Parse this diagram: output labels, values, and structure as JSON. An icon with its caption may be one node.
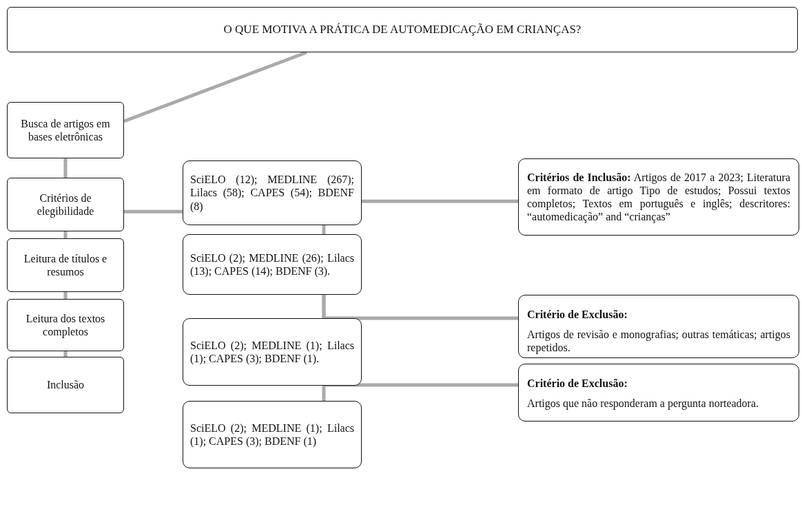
{
  "diagram": {
    "nodes": [
      {
        "text": [
          "O QUE MOTIVA A PRÁTICA DE AUTOMEDICAÇÃO EM CRIANÇAS?"
        ]
      },
      {
        "text": [
          "Busca de artigos em bases eletrônicas"
        ]
      },
      {
        "text": [
          "Critérios de elegibilidade"
        ]
      },
      {
        "text": [
          "Leitura de títulos e resumos"
        ]
      },
      {
        "text": [
          "Leitura dos textos completos"
        ]
      },
      {
        "text": [
          "Inclusão"
        ]
      },
      {
        "text": [
          "SciELO (12); MEDLINE (267); Lilacs (58); CAPES (54); BDENF (8)"
        ]
      },
      {
        "text": [
          "SciELO (2); MEDLINE (26); Lilacs (13); CAPES (14); BDENF (3)."
        ]
      },
      {
        "text": [
          "SciELO (2); MEDLINE (1); Lilacs (1); CAPES (3); BDENF (1)."
        ]
      },
      {
        "text": [
          "SciELO (2); MEDLINE (1); Lilacs (1); CAPES (3); BDENF (1)"
        ]
      },
      {
        "text": [
          "**Critérios de Inclusão:** Artigos de 2017 a 2023; Literatura em formato de artigo Tipo de estudos; Possui textos completos; Textos em português e inglês; descritores: “automedicação” and “crianças”"
        ]
      },
      {
        "text": [
          "Critério de Exclusão:",
          "Artigos de revisão e monografias; outras temáticas; artigos repetidos."
        ]
      },
      {
        "text": [
          "Critério de Exclusão:",
          "Artigos que não responderam a pergunta norteadora."
        ]
      }
    ],
    "edges": [
      {
        "from": 0,
        "to": 1,
        "arrow": "none"
      },
      {
        "from": 1,
        "to": 2,
        "arrow": "none"
      },
      {
        "from": 2,
        "to": 3,
        "arrow": "none"
      },
      {
        "from": 3,
        "to": 4,
        "arrow": "none"
      },
      {
        "from": 4,
        "to": 5,
        "arrow": "none"
      },
      {
        "from": 2,
        "to": 6,
        "arrow": "none"
      },
      {
        "from": 6,
        "to": 10,
        "arrow": "none"
      },
      {
        "from": 6,
        "to": 7,
        "arrow": "none"
      },
      {
        "from": 7,
        "to": 8,
        "arrow": "none"
      },
      {
        "from": 7,
        "to": 11,
        "arrow": "none"
      },
      {
        "from": 8,
        "to": 9,
        "arrow": "none"
      },
      {
        "from": 8,
        "to": 12,
        "arrow": "none"
      }
    ]
  }
}
